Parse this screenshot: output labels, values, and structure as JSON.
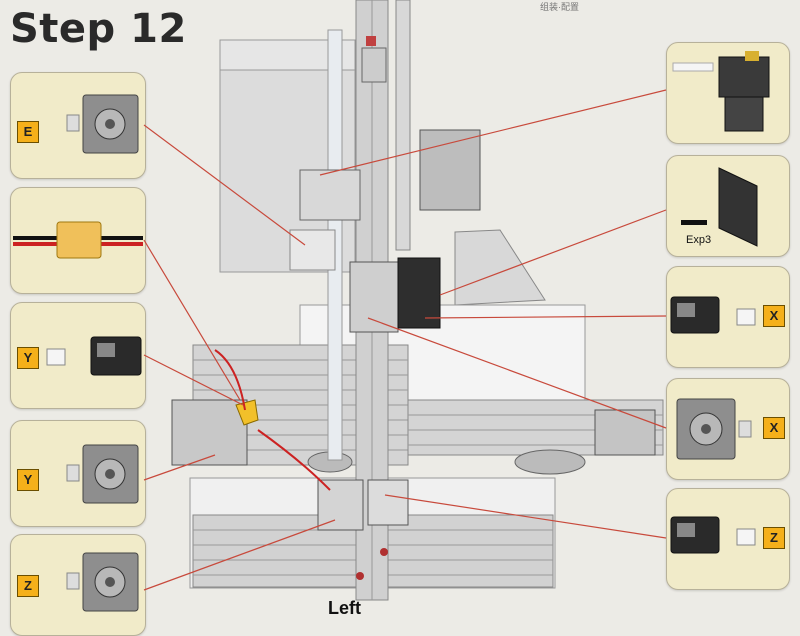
{
  "header": {
    "title": "Step 12",
    "top_note": "组装·配置"
  },
  "footer": {
    "label": "Left"
  },
  "panels": {
    "e_motor": {
      "tag": "E"
    },
    "y_endstop": {
      "tag": "Y"
    },
    "y_motor": {
      "tag": "Y"
    },
    "z_motor": {
      "tag": "Z"
    },
    "exp3": {
      "label": "Exp3"
    },
    "x_endstop": {
      "tag": "X"
    },
    "x_motor": {
      "tag": "X"
    },
    "z_endstop": {
      "tag": "Z"
    }
  },
  "colors": {
    "panel_bg": "#f1ebc9",
    "tag_bg": "#f5b01a",
    "leader_line": "#c84a3c"
  }
}
